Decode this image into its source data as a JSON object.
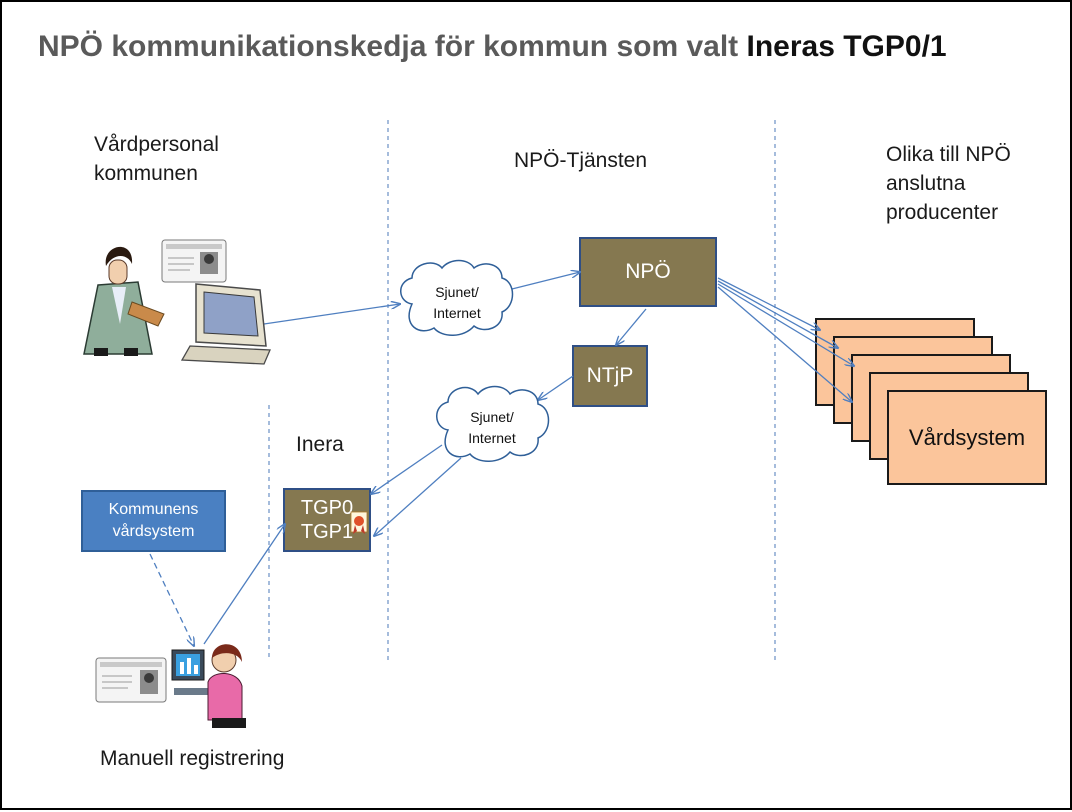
{
  "title": {
    "main": "NPÖ kommunikationskedja för kommun som valt ",
    "emphasis": "Ineras TGP0/1"
  },
  "columns": {
    "left_line1": "Vårdpersonal",
    "left_line2": "kommunen",
    "middle": "NPÖ-Tjänsten",
    "right_line1": "Olika till NPÖ",
    "right_line2": "anslutna",
    "right_line3": "producenter"
  },
  "inera_label": "Inera",
  "boxes": {
    "npo": "NPÖ",
    "ntjp": "NTjP",
    "tgp0": "TGP0",
    "tgp1": "TGP1",
    "vardsystem": "Vårdsystem",
    "kommunens_line1": "Kommunens",
    "kommunens_line2": "vårdsystem"
  },
  "clouds": {
    "upper_line1": "Sjunet/",
    "upper_line2": "Internet",
    "lower_line1": "Sjunet/",
    "lower_line2": "Internet"
  },
  "manual_label": "Manuell registrering",
  "colors": {
    "olive_box": "#857850",
    "vardsystem_box": "#fbc59b",
    "kommunens_box": "#4a80c2",
    "connector": "#4f7fc0"
  },
  "icons": [
    "healthcare-worker-icon",
    "computer-monitor-icon",
    "id-card-icon",
    "person-at-computer-icon",
    "certificate-seal-icon",
    "cloud-icon"
  ]
}
